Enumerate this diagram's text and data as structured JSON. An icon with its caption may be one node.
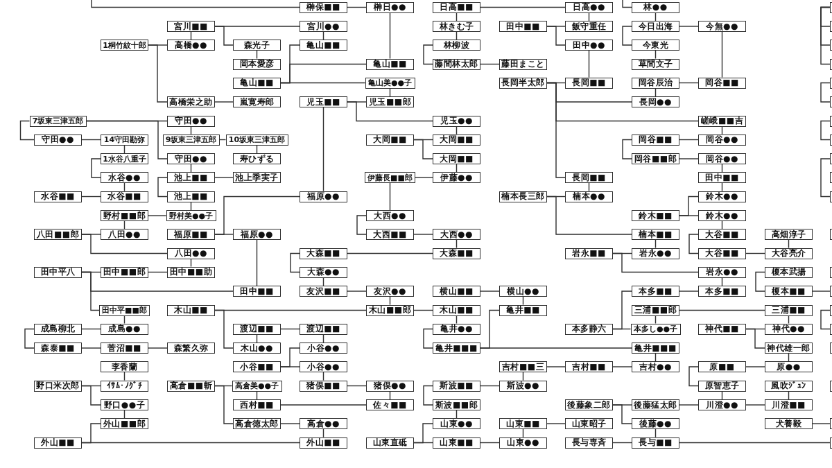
{
  "diagram": {
    "nodes": [
      {
        "text": [
          "榊保■■"
        ]
      },
      {
        "text": [
          "榊日●●"
        ]
      },
      {
        "text": [
          "日高■■"
        ]
      },
      {
        "text": [
          "日高●●"
        ]
      },
      {
        "text": [
          "林●●"
        ]
      },
      {
        "text": [],
        "shape": "box"
      },
      {
        "text": [
          "宮川■■"
        ]
      },
      {
        "text": [
          "宮川●●"
        ]
      },
      {
        "text": [
          "林きむ子"
        ]
      },
      {
        "text": [
          "田中■■"
        ]
      },
      {
        "text": [
          "飯守重任"
        ]
      },
      {
        "text": [
          "今日出海"
        ]
      },
      {
        "text": [
          "今無●●"
        ]
      },
      {
        "text": [],
        "shape": "box"
      },
      {
        "text": [
          "1桐竹紋十郎"
        ]
      },
      {
        "text": [
          "高橋●●"
        ]
      },
      {
        "text": [
          "森光子"
        ]
      },
      {
        "text": [
          "亀山■■"
        ]
      },
      {
        "text": [
          "林柳波"
        ]
      },
      {
        "text": [
          "田中●●"
        ]
      },
      {
        "text": [
          "今東光"
        ]
      },
      {
        "text": [],
        "shape": "box"
      },
      {
        "text": [
          "岡本愛彦"
        ]
      },
      {
        "text": [
          "亀山■■"
        ]
      },
      {
        "text": [
          "藤間林太郎"
        ]
      },
      {
        "text": [
          "藤田まこと"
        ]
      },
      {
        "text": [
          "草間文子"
        ]
      },
      {
        "text": [],
        "shape": "box"
      },
      {
        "text": [
          "亀山■■"
        ]
      },
      {
        "text": [
          "亀山美●●子"
        ]
      },
      {
        "text": [
          "長岡半太郎"
        ]
      },
      {
        "text": [
          "長岡■■"
        ]
      },
      {
        "text": [
          "岡谷辰治"
        ]
      },
      {
        "text": [
          "岡谷■■"
        ]
      },
      {
        "text": [],
        "shape": "box"
      },
      {
        "text": [
          "高橋栄之助"
        ]
      },
      {
        "text": [
          "嵐寛寿郎"
        ]
      },
      {
        "text": [
          "児玉■■"
        ]
      },
      {
        "text": [
          "児玉■■郎"
        ]
      },
      {
        "text": [
          "長岡●●"
        ]
      },
      {
        "text": [],
        "shape": "box"
      },
      {
        "text": [
          "7坂東三津五郎"
        ]
      },
      {
        "text": [
          "守田●●"
        ]
      },
      {
        "text": [
          "児玉●●"
        ]
      },
      {
        "text": [
          "嵯峨■■吉"
        ]
      },
      {
        "text": [],
        "shape": "box"
      },
      {
        "text": [
          "守田●●"
        ]
      },
      {
        "text": [
          "14守田勘弥"
        ]
      },
      {
        "text": [
          "9坂東三津五郎"
        ]
      },
      {
        "text": [
          "10坂東三津五郎"
        ]
      },
      {
        "text": [
          "大岡■■"
        ]
      },
      {
        "text": [
          "大岡■■"
        ]
      },
      {
        "text": [
          "岡谷■■"
        ]
      },
      {
        "text": [
          "岡谷●●"
        ]
      },
      {
        "text": [],
        "shape": "box"
      },
      {
        "text": [
          "1水谷八重子"
        ]
      },
      {
        "text": [
          "守田●●"
        ]
      },
      {
        "text": [
          "寿ひずる"
        ]
      },
      {
        "text": [
          "大岡■■"
        ]
      },
      {
        "text": [
          "岡谷■■郎"
        ]
      },
      {
        "text": [
          "岡谷●●"
        ]
      },
      {
        "text": [],
        "shape": "box"
      },
      {
        "text": [
          "水谷●●"
        ]
      },
      {
        "text": [
          "池上■■"
        ]
      },
      {
        "text": [
          "池上季実子"
        ]
      },
      {
        "text": [
          "伊藤長■■郎"
        ]
      },
      {
        "text": [
          "伊藤●●"
        ]
      },
      {
        "text": [
          "長岡■■"
        ]
      },
      {
        "text": [
          "田中■■"
        ]
      },
      {
        "text": [],
        "shape": "box"
      },
      {
        "text": [
          "水谷■■"
        ]
      },
      {
        "text": [
          "水谷■■"
        ]
      },
      {
        "text": [
          "池上■■"
        ]
      },
      {
        "text": [
          "福原●●"
        ]
      },
      {
        "text": [
          "楠本長三郎"
        ]
      },
      {
        "text": [
          "楠本●●"
        ]
      },
      {
        "text": [
          "鈴木●●"
        ]
      },
      {
        "text": [],
        "shape": "box"
      },
      {
        "text": [
          "野村■■郎"
        ]
      },
      {
        "text": [
          "野村美●●子"
        ]
      },
      {
        "text": [
          "大西●●"
        ]
      },
      {
        "text": [
          "鈴木■■"
        ]
      },
      {
        "text": [
          "鈴木●●"
        ]
      },
      {
        "text": [
          "八田■■郎"
        ]
      },
      {
        "text": [
          "八田●●"
        ]
      },
      {
        "text": [
          "福原■■"
        ]
      },
      {
        "text": [
          "福原●●"
        ]
      },
      {
        "text": [
          "大西■■"
        ]
      },
      {
        "text": [
          "大西●●"
        ]
      },
      {
        "text": [
          "楠本■■"
        ]
      },
      {
        "text": [
          "大谷■■"
        ]
      },
      {
        "text": [
          "高畑淳子"
        ]
      },
      {
        "text": [],
        "shape": "box"
      },
      {
        "text": [
          "八田●●"
        ]
      },
      {
        "text": [
          "大森■■"
        ]
      },
      {
        "text": [
          "大森■■"
        ]
      },
      {
        "text": [
          "岩永■■"
        ]
      },
      {
        "text": [
          "岩永●●"
        ]
      },
      {
        "text": [
          "大谷■■"
        ]
      },
      {
        "text": [
          "大谷亮介"
        ]
      },
      {
        "text": [
          "田中平八"
        ]
      },
      {
        "text": [
          "田中■■郎"
        ]
      },
      {
        "text": [
          "田中■■助"
        ]
      },
      {
        "text": [
          "大森●●"
        ]
      },
      {
        "text": [
          "岩永●●"
        ]
      },
      {
        "text": [
          "榎本武揚"
        ]
      },
      {
        "text": [],
        "shape": "box"
      },
      {
        "text": [
          "田中■■"
        ]
      },
      {
        "text": [
          "友沢■■"
        ]
      },
      {
        "text": [
          "友沢●●"
        ]
      },
      {
        "text": [
          "横山■■"
        ]
      },
      {
        "text": [
          "横山●●"
        ]
      },
      {
        "text": [
          "本多■■"
        ]
      },
      {
        "text": [
          "本多■■"
        ]
      },
      {
        "text": [
          "榎本■■"
        ]
      },
      {
        "text": [],
        "shape": "box"
      },
      {
        "text": [
          "田中平■■郎"
        ]
      },
      {
        "text": [
          "木山■■"
        ]
      },
      {
        "text": [
          "木山■■郎"
        ]
      },
      {
        "text": [
          "木山■■"
        ]
      },
      {
        "text": [
          "亀井■■"
        ]
      },
      {
        "text": [
          "三浦■■郎"
        ]
      },
      {
        "text": [
          "三浦■■"
        ]
      },
      {
        "text": [],
        "shape": "box"
      },
      {
        "text": [
          "成島柳北"
        ]
      },
      {
        "text": [
          "成島●●"
        ]
      },
      {
        "text": [
          "渡辺■■"
        ]
      },
      {
        "text": [
          "渡辺■■"
        ]
      },
      {
        "text": [
          "亀井●●"
        ]
      },
      {
        "text": [
          "本多静六"
        ]
      },
      {
        "text": [
          "本多し●●子"
        ]
      },
      {
        "text": [
          "神代■■"
        ]
      },
      {
        "text": [
          "神代●●"
        ]
      },
      {
        "text": [],
        "shape": "box"
      },
      {
        "text": [
          "森泰■■"
        ]
      },
      {
        "text": [
          "菅沼■■"
        ]
      },
      {
        "text": [
          "森繁久弥"
        ]
      },
      {
        "text": [
          "木山●●"
        ]
      },
      {
        "text": [
          "小谷●●"
        ]
      },
      {
        "text": [
          "亀井■■■"
        ]
      },
      {
        "text": [
          "亀井■■■"
        ]
      },
      {
        "text": [
          "神代雄一郎"
        ]
      },
      {
        "text": [],
        "shape": "box"
      },
      {
        "text": [
          "李香蘭"
        ]
      },
      {
        "text": [
          "小谷■■"
        ]
      },
      {
        "text": [
          "小谷●●"
        ]
      },
      {
        "text": [
          "吉村■■三"
        ]
      },
      {
        "text": [
          "吉村■■"
        ]
      },
      {
        "text": [
          "吉村●●"
        ]
      },
      {
        "text": [
          "原■■"
        ]
      },
      {
        "text": [
          "原●●"
        ]
      },
      {
        "text": [
          "野口米次郎"
        ]
      },
      {
        "text": [
          "ｲｻﾑ･ﾉｸﾞﾁ"
        ]
      },
      {
        "text": [
          "高倉■■斬"
        ]
      },
      {
        "text": [
          "高倉美●●子"
        ]
      },
      {
        "text": [
          "猪俣■■"
        ]
      },
      {
        "text": [
          "猪俣●●"
        ]
      },
      {
        "text": [
          "斯波■■"
        ]
      },
      {
        "text": [
          "斯波●●"
        ]
      },
      {
        "text": [
          "原智恵子"
        ]
      },
      {
        "text": [
          "風吹ｼﾞｭﾝ"
        ]
      },
      {
        "text": [],
        "shape": "box"
      },
      {
        "text": [
          "野口●●子"
        ]
      },
      {
        "text": [
          "西村■■"
        ]
      },
      {
        "text": [
          "佐々■■"
        ]
      },
      {
        "text": [
          "斯波■■郎"
        ]
      },
      {
        "text": [
          "後藤象二郎"
        ]
      },
      {
        "text": [
          "後藤猛太郎"
        ]
      },
      {
        "text": [
          "川澄●●"
        ]
      },
      {
        "text": [
          "川澄■■"
        ]
      },
      {
        "text": [
          "外山■■郎"
        ]
      },
      {
        "text": [
          "高倉徳太郎"
        ]
      },
      {
        "text": [
          "高倉●●"
        ]
      },
      {
        "text": [
          "山東●●"
        ]
      },
      {
        "text": [
          "山東■■"
        ]
      },
      {
        "text": [
          "山東昭子"
        ]
      },
      {
        "text": [
          "後藤●●"
        ]
      },
      {
        "text": [
          "犬養毅"
        ]
      },
      {
        "text": [],
        "shape": "box"
      },
      {
        "text": [
          "外山■■"
        ]
      },
      {
        "text": [
          "外山■■"
        ]
      },
      {
        "text": [
          "山東直砥"
        ]
      },
      {
        "text": [
          "山東■■"
        ]
      },
      {
        "text": [
          "山東●●"
        ]
      },
      {
        "text": [
          "長与専斉"
        ]
      },
      {
        "text": [
          "長与■■"
        ]
      },
      {
        "text": [],
        "shape": "box"
      }
    ],
    "edges": [
      {
        "from": null,
        "to": 0,
        "arrow": "none"
      },
      {
        "from": 0,
        "to": 1,
        "arrow": "none"
      },
      {
        "from": 1,
        "to": 23,
        "arrow": "none"
      },
      {
        "from": 2,
        "to": 8,
        "arrow": "none"
      },
      {
        "from": 2,
        "to": 3,
        "arrow": "none"
      },
      {
        "from": 3,
        "to": 10,
        "arrow": "none"
      },
      {
        "from": null,
        "to": 4,
        "arrow": "none"
      },
      {
        "from": 4,
        "to": 11,
        "arrow": "none"
      },
      {
        "from": 6,
        "to": 15,
        "arrow": "none"
      },
      {
        "from": 6,
        "to": 16,
        "arrow": "none"
      },
      {
        "from": 6,
        "to": 7,
        "arrow": "none"
      },
      {
        "from": 7,
        "to": 17,
        "arrow": "none"
      },
      {
        "from": 8,
        "to": 18,
        "arrow": "none"
      },
      {
        "from": 9,
        "to": 10,
        "arrow": "none"
      },
      {
        "from": 9,
        "to": 19,
        "arrow": "none"
      },
      {
        "from": 11,
        "to": 12,
        "arrow": "none"
      },
      {
        "from": 11,
        "to": 20,
        "arrow": "none"
      },
      {
        "from": 12,
        "to": 33,
        "arrow": "none"
      },
      {
        "from": 5,
        "to": 13,
        "arrow": "none"
      },
      {
        "from": 5,
        "to": 21,
        "arrow": "none"
      },
      {
        "from": 5,
        "to": 27,
        "arrow": "none"
      },
      {
        "from": 14,
        "to": 15,
        "arrow": "none"
      },
      {
        "from": 14,
        "to": 35,
        "arrow": "none"
      },
      {
        "from": 16,
        "to": 22,
        "arrow": "none"
      },
      {
        "from": 28,
        "to": 17,
        "arrow": "none"
      },
      {
        "from": 28,
        "to": 23,
        "arrow": "none"
      },
      {
        "from": 28,
        "to": 29,
        "arrow": "none"
      },
      {
        "from": 18,
        "to": 24,
        "arrow": "none"
      },
      {
        "from": 19,
        "to": 31,
        "arrow": "none"
      },
      {
        "from": 20,
        "to": 26,
        "arrow": "none"
      },
      {
        "from": 24,
        "to": 25,
        "arrow": "none"
      },
      {
        "from": 29,
        "to": 38,
        "arrow": "none"
      },
      {
        "from": 30,
        "to": 31,
        "arrow": "none"
      },
      {
        "from": 30,
        "to": 39,
        "arrow": "none"
      },
      {
        "from": 30,
        "to": 44,
        "arrow": "none"
      },
      {
        "from": 30,
        "to": 67,
        "arrow": "none"
      },
      {
        "from": 32,
        "to": 33,
        "arrow": "none"
      },
      {
        "from": 32,
        "to": 39,
        "arrow": "none"
      },
      {
        "from": 34,
        "to": 40,
        "arrow": "none"
      },
      {
        "from": 35,
        "to": 36,
        "arrow": "none"
      },
      {
        "from": 37,
        "to": 38,
        "arrow": "none"
      },
      {
        "from": 37,
        "to": 43,
        "arrow": "none"
      },
      {
        "from": 37,
        "to": 73,
        "arrow": "none"
      },
      {
        "from": 41,
        "to": 42,
        "arrow": "none"
      },
      {
        "from": 41,
        "to": 56,
        "arrow": "none"
      },
      {
        "from": 41,
        "to": 46,
        "arrow": "none"
      },
      {
        "from": 42,
        "to": 48,
        "arrow": "none"
      },
      {
        "from": 43,
        "to": 51,
        "arrow": "none"
      },
      {
        "from": 44,
        "to": 53,
        "arrow": "none"
      },
      {
        "from": 45,
        "to": 54,
        "arrow": "none"
      },
      {
        "from": 46,
        "to": 47,
        "arrow": "none"
      },
      {
        "from": 47,
        "to": 55,
        "arrow": "none"
      },
      {
        "from": 48,
        "to": 49,
        "arrow": "none"
      },
      {
        "from": 49,
        "to": 57,
        "arrow": "none"
      },
      {
        "from": 50,
        "to": 51,
        "arrow": "none"
      },
      {
        "from": 50,
        "to": 58,
        "arrow": "none"
      },
      {
        "from": 52,
        "to": 53,
        "arrow": "none"
      },
      {
        "from": 52,
        "to": 59,
        "arrow": "none"
      },
      {
        "from": 55,
        "to": 62,
        "arrow": "none"
      },
      {
        "from": 56,
        "to": 63,
        "arrow": "none"
      },
      {
        "from": 58,
        "to": 66,
        "arrow": "none"
      },
      {
        "from": 59,
        "to": 60,
        "arrow": "none"
      },
      {
        "from": 60,
        "to": 68,
        "arrow": "none"
      },
      {
        "from": 61,
        "to": 77,
        "arrow": "none"
      },
      {
        "from": 62,
        "to": 71,
        "arrow": "none"
      },
      {
        "from": 63,
        "to": 64,
        "arrow": "none"
      },
      {
        "from": 63,
        "to": 72,
        "arrow": "none"
      },
      {
        "from": 65,
        "to": 66,
        "arrow": "none"
      },
      {
        "from": 65,
        "to": 80,
        "arrow": "none"
      },
      {
        "from": 67,
        "to": 75,
        "arrow": "none"
      },
      {
        "from": 68,
        "to": 76,
        "arrow": "none"
      },
      {
        "from": 70,
        "to": 71,
        "arrow": "none"
      },
      {
        "from": 72,
        "to": 79,
        "arrow": "none"
      },
      {
        "from": 74,
        "to": 75,
        "arrow": "none"
      },
      {
        "from": 74,
        "to": 89,
        "arrow": "none"
      },
      {
        "from": 78,
        "to": 79,
        "arrow": "none"
      },
      {
        "from": 78,
        "to": 84,
        "arrow": "none"
      },
      {
        "from": 80,
        "to": 87,
        "arrow": "none"
      },
      {
        "from": 81,
        "to": 76,
        "arrow": "none"
      },
      {
        "from": 81,
        "to": 82,
        "arrow": "none"
      },
      {
        "from": 82,
        "to": 90,
        "arrow": "none"
      },
      {
        "from": 83,
        "to": 84,
        "arrow": "none"
      },
      {
        "from": 83,
        "to": 93,
        "arrow": "none"
      },
      {
        "from": 85,
        "to": 86,
        "arrow": "none"
      },
      {
        "from": 85,
        "to": 73,
        "arrow": "none"
      },
      {
        "from": 86,
        "to": 107,
        "arrow": "none"
      },
      {
        "from": 87,
        "to": 88,
        "arrow": "none"
      },
      {
        "from": 88,
        "to": 95,
        "arrow": "none"
      },
      {
        "from": 89,
        "to": 97,
        "arrow": "none"
      },
      {
        "from": 90,
        "to": 98,
        "arrow": "none"
      },
      {
        "from": 91,
        "to": 99,
        "arrow": "none"
      },
      {
        "from": 93,
        "to": 102,
        "arrow": "none"
      },
      {
        "from": 94,
        "to": 95,
        "arrow": "none"
      },
      {
        "from": 94,
        "to": 103,
        "arrow": "none"
      },
      {
        "from": 96,
        "to": 97,
        "arrow": "none"
      },
      {
        "from": 96,
        "to": 104,
        "arrow": "none"
      },
      {
        "from": 98,
        "to": 99,
        "arrow": "none"
      },
      {
        "from": 100,
        "to": 101,
        "arrow": "none"
      },
      {
        "from": 100,
        "to": 107,
        "arrow": "none"
      },
      {
        "from": 100,
        "to": 116,
        "arrow": "none"
      },
      {
        "from": 101,
        "to": 102,
        "arrow": "none"
      },
      {
        "from": 103,
        "to": 108,
        "arrow": "none"
      },
      {
        "from": 104,
        "to": 113,
        "arrow": "none"
      },
      {
        "from": 105,
        "to": 114,
        "arrow": "none"
      },
      {
        "from": 108,
        "to": 109,
        "arrow": "none"
      },
      {
        "from": 109,
        "to": 118,
        "arrow": "none"
      },
      {
        "from": 110,
        "to": 111,
        "arrow": "none"
      },
      {
        "from": 111,
        "to": 120,
        "arrow": "none"
      },
      {
        "from": 112,
        "to": 113,
        "arrow": "none"
      },
      {
        "from": 114,
        "to": 115,
        "arrow": "none"
      },
      {
        "from": 116,
        "to": 125,
        "arrow": "none"
      },
      {
        "from": 117,
        "to": 118,
        "arrow": "none"
      },
      {
        "from": 117,
        "to": 137,
        "arrow": "none"
      },
      {
        "from": 118,
        "to": 119,
        "arrow": "none"
      },
      {
        "from": 119,
        "to": 128,
        "arrow": "none"
      },
      {
        "from": 121,
        "to": 122,
        "arrow": "none"
      },
      {
        "from": 121,
        "to": 130,
        "arrow": "none"
      },
      {
        "from": 122,
        "to": 132,
        "arrow": "none"
      },
      {
        "from": 123,
        "to": 133,
        "arrow": "none"
      },
      {
        "from": 124,
        "to": 125,
        "arrow": "none"
      },
      {
        "from": 124,
        "to": 134,
        "arrow": "none"
      },
      {
        "from": 126,
        "to": 127,
        "arrow": "none"
      },
      {
        "from": 126,
        "to": 137,
        "arrow": "none"
      },
      {
        "from": 127,
        "to": 138,
        "arrow": "none"
      },
      {
        "from": 128,
        "to": 139,
        "arrow": "none"
      },
      {
        "from": 129,
        "to": 112,
        "arrow": "none"
      },
      {
        "from": 129,
        "to": 130,
        "arrow": "none"
      },
      {
        "from": 131,
        "to": 132,
        "arrow": "none"
      },
      {
        "from": 131,
        "to": 141,
        "arrow": "none"
      },
      {
        "from": 134,
        "to": 135,
        "arrow": "none"
      },
      {
        "from": 135,
        "to": 136,
        "arrow": "none"
      },
      {
        "from": 139,
        "to": 120,
        "arrow": "none"
      },
      {
        "from": 139,
        "to": 140,
        "arrow": "none"
      },
      {
        "from": 140,
        "to": 148,
        "arrow": "none"
      },
      {
        "from": 141,
        "to": 150,
        "arrow": "none"
      },
      {
        "from": 143,
        "to": 152,
        "arrow": "none"
      },
      {
        "from": 144,
        "to": 138,
        "arrow": "none"
      },
      {
        "from": 144,
        "to": 145,
        "arrow": "none"
      },
      {
        "from": 145,
        "to": 155,
        "arrow": "none"
      },
      {
        "from": 146,
        "to": 147,
        "arrow": "none"
      },
      {
        "from": 146,
        "to": 158,
        "arrow": "none"
      },
      {
        "from": 147,
        "to": 148,
        "arrow": "none"
      },
      {
        "from": 149,
        "to": 150,
        "arrow": "none"
      },
      {
        "from": 149,
        "to": 159,
        "arrow": "none"
      },
      {
        "from": 151,
        "to": 152,
        "arrow": "none"
      },
      {
        "from": 151,
        "to": 162,
        "arrow": "none"
      },
      {
        "from": 153,
        "to": 154,
        "arrow": "none"
      },
      {
        "from": 153,
        "to": 171,
        "arrow": "none"
      },
      {
        "from": 154,
        "to": 163,
        "arrow": "none"
      },
      {
        "from": 155,
        "to": 156,
        "arrow": "none"
      },
      {
        "from": 156,
        "to": 164,
        "arrow": "none"
      },
      {
        "from": 157,
        "to": 158,
        "arrow": "none"
      },
      {
        "from": 157,
        "to": 165,
        "arrow": "none"
      },
      {
        "from": 159,
        "to": 168,
        "arrow": "none"
      },
      {
        "from": 160,
        "to": 169,
        "arrow": "none"
      },
      {
        "from": 162,
        "to": 170,
        "arrow": "none"
      },
      {
        "from": 163,
        "to": 164,
        "arrow": "none"
      },
      {
        "from": 165,
        "to": 173,
        "arrow": "none"
      },
      {
        "from": 166,
        "to": 167,
        "arrow": "none"
      },
      {
        "from": 166,
        "to": 176,
        "arrow": "none"
      },
      {
        "from": 167,
        "to": 168,
        "arrow": "none"
      },
      {
        "from": 168,
        "to": 169,
        "arrow": "none"
      },
      {
        "from": 171,
        "to": 172,
        "arrow": "none"
      },
      {
        "from": 172,
        "to": 180,
        "arrow": "none"
      },
      {
        "from": 174,
        "to": 175,
        "arrow": "none"
      },
      {
        "from": 174,
        "to": 183,
        "arrow": "none"
      },
      {
        "from": 176,
        "to": 185,
        "arrow": "none"
      },
      {
        "from": 177,
        "to": 178,
        "arrow": "none"
      },
      {
        "from": 179,
        "to": 170,
        "arrow": "none"
      },
      {
        "from": 179,
        "to": 180,
        "arrow": "none"
      },
      {
        "from": 181,
        "to": 173,
        "arrow": "none"
      },
      {
        "from": 181,
        "to": 182,
        "arrow": "none"
      },
      {
        "from": 182,
        "to": 183,
        "arrow": "none"
      },
      {
        "from": 184,
        "to": 185,
        "arrow": "none"
      },
      {
        "from": 185,
        "to": 186,
        "arrow": "none"
      }
    ]
  }
}
